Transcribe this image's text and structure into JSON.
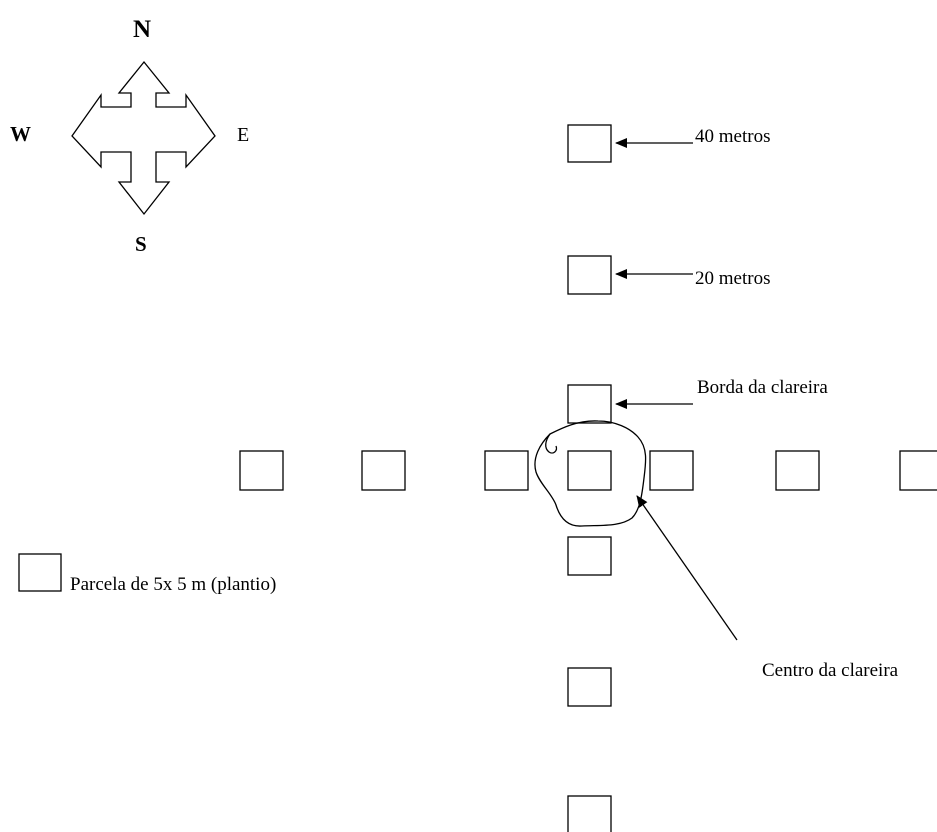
{
  "compass": {
    "north": "N",
    "south": "S",
    "east": "E",
    "west": "W"
  },
  "labels": {
    "forty_meters": "40 metros",
    "twenty_meters": "20 metros",
    "gap_edge": "Borda da clareira",
    "gap_center": "Centro da clareira",
    "legend_plot": "Parcela de 5x 5 m (plantio)"
  },
  "colors": {
    "stroke": "#000000",
    "background": "#ffffff"
  }
}
